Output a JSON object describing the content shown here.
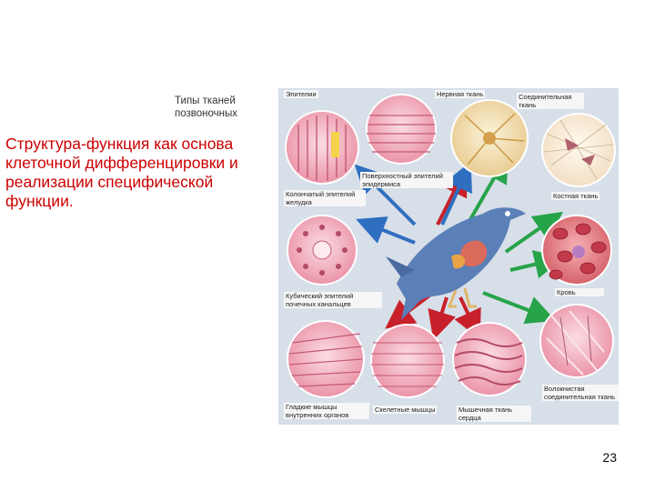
{
  "slide": {
    "title": "Структура-функция как основа клеточной дифференцировки и реализации специфической функции.",
    "page_number": "23"
  },
  "figure": {
    "heading": "Типы тканей позвоночных",
    "labels": {
      "epithelium": "Эпителии",
      "nerve": "Нервная ткань",
      "connective": "Соединительная ткань",
      "squamous": "Поверхностный эпителий эпидермиса",
      "columnar": "Колончатый эпителий желудка",
      "bone": "Костная ткань",
      "cuboidal": "Кубический эпителий почечных канальцев",
      "blood": "Кровь",
      "fibrous": "Волокнистая соединительная ткань",
      "smooth": "Гладкие мышцы внутренних органов",
      "skeletal": "Скелетные мышцы",
      "cardiac": "Мышечная ткань сердца"
    }
  },
  "colors": {
    "title": "#cc0000",
    "panel": "#d7dfe9",
    "arrow_red": "#c8202a",
    "arrow_blue": "#2f6fc0",
    "arrow_green": "#27a34a",
    "tissue_pink": "#f1a7b6",
    "bird_blue": "#5b7fb7"
  }
}
